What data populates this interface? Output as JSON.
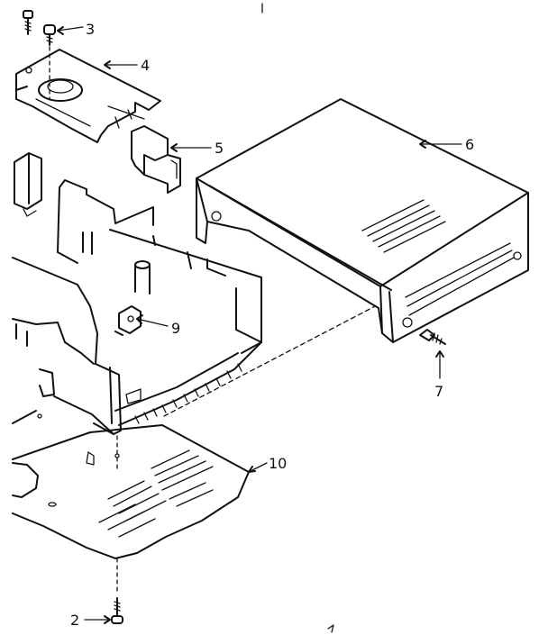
{
  "callouts": [
    {
      "id": "2",
      "text": "2"
    },
    {
      "id": "3",
      "text": "3"
    },
    {
      "id": "4",
      "text": "4"
    },
    {
      "id": "5",
      "text": "5"
    },
    {
      "id": "6",
      "text": "6"
    },
    {
      "id": "7",
      "text": "7"
    },
    {
      "id": "9",
      "text": "9"
    },
    {
      "id": "10",
      "text": "10"
    }
  ]
}
